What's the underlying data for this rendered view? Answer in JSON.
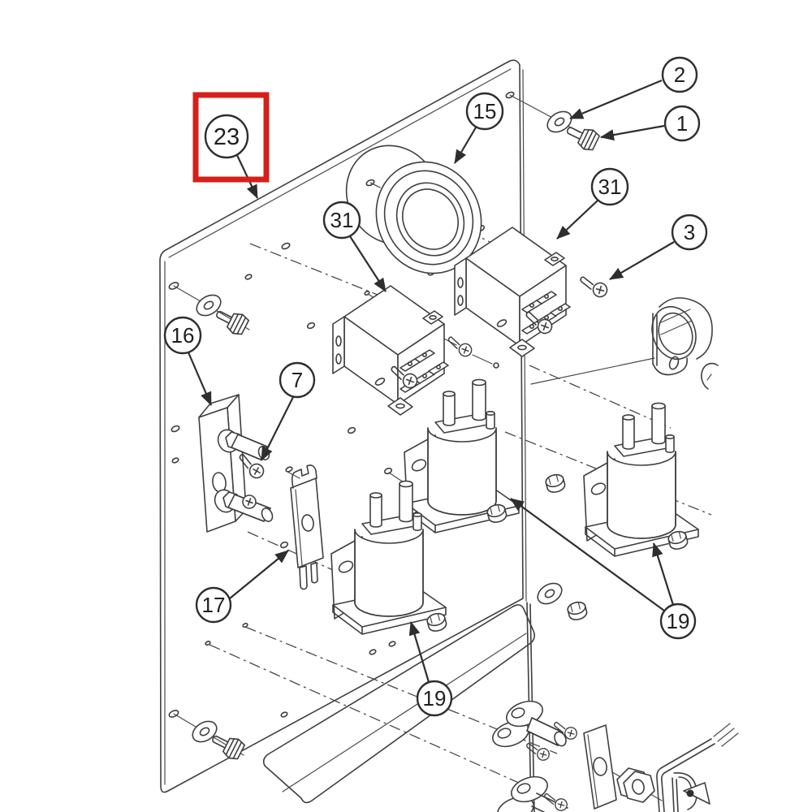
{
  "diagram": {
    "kind": "exploded-parts-diagram",
    "description": "Exploded view line drawing of a control panel assembly with relays, solenoids, grommet and mounting hardware",
    "background": "#ffffff",
    "line_color": "#3f3f3f",
    "highlight_color": "#d42019"
  },
  "callouts": [
    {
      "id": "23",
      "label": "23",
      "highlighted": true,
      "points_to": "mounting-panel"
    },
    {
      "id": "15",
      "label": "15",
      "points_to": "grommet-ring"
    },
    {
      "id": "2",
      "label": "2",
      "points_to": "flat-washer"
    },
    {
      "id": "1",
      "label": "1",
      "points_to": "hex-bolt"
    },
    {
      "id": "31-upper",
      "label": "31",
      "points_to": "relay-upper"
    },
    {
      "id": "3",
      "label": "3",
      "points_to": "screw"
    },
    {
      "id": "31-center",
      "label": "31",
      "points_to": "relay-center"
    },
    {
      "id": "16",
      "label": "16",
      "points_to": "terminal-block"
    },
    {
      "id": "7",
      "label": "7",
      "points_to": "screw"
    },
    {
      "id": "17",
      "label": "17",
      "points_to": "fuse-link"
    },
    {
      "id": "19-bottom",
      "label": "19",
      "points_to": "solenoid-bottom"
    },
    {
      "id": "19-right",
      "label": "19",
      "points_to": "solenoids-middle-and-right"
    }
  ],
  "highlight_box": {
    "around_callout": "23",
    "color": "#d42019"
  }
}
